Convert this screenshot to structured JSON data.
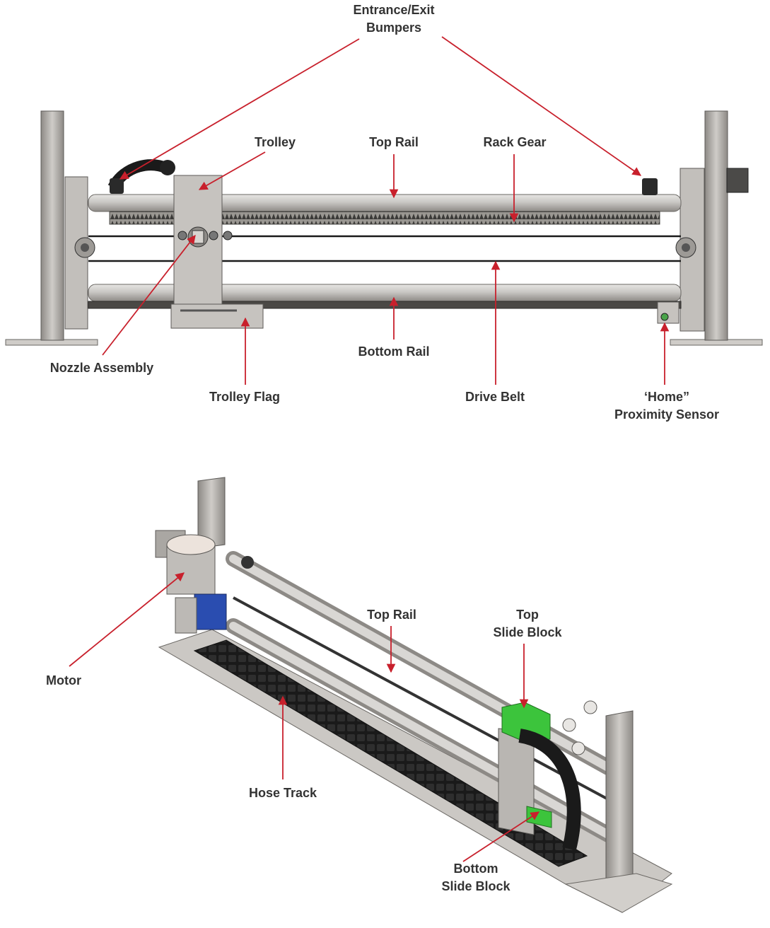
{
  "colors": {
    "callout": "#c8202c",
    "label_text": "#333333",
    "metal": "#b9b6b2",
    "metal_dark": "#7d7a76",
    "rail": "#c9c7c4",
    "chain": "#1a1a1a",
    "slide_block": "#3cc43c",
    "motor_blue": "#2a4db0"
  },
  "front_view": {
    "labels": {
      "bumpers_line1": "Entrance/Exit",
      "bumpers_line2": "Bumpers",
      "trolley": "Trolley",
      "top_rail": "Top Rail",
      "rack_gear": "Rack Gear",
      "nozzle_assembly": "Nozzle Assembly",
      "bottom_rail": "Bottom Rail",
      "trolley_flag": "Trolley Flag",
      "drive_belt": "Drive Belt",
      "home_line1": "‘Home”",
      "home_line2": "Proximity Sensor"
    }
  },
  "iso_view": {
    "labels": {
      "motor": "Motor",
      "top_rail": "Top Rail",
      "top_slide_line1": "Top",
      "top_slide_line2": "Slide Block",
      "hose_track": "Hose Track",
      "bottom_slide_line1": "Bottom",
      "bottom_slide_line2": "Slide Block"
    }
  }
}
